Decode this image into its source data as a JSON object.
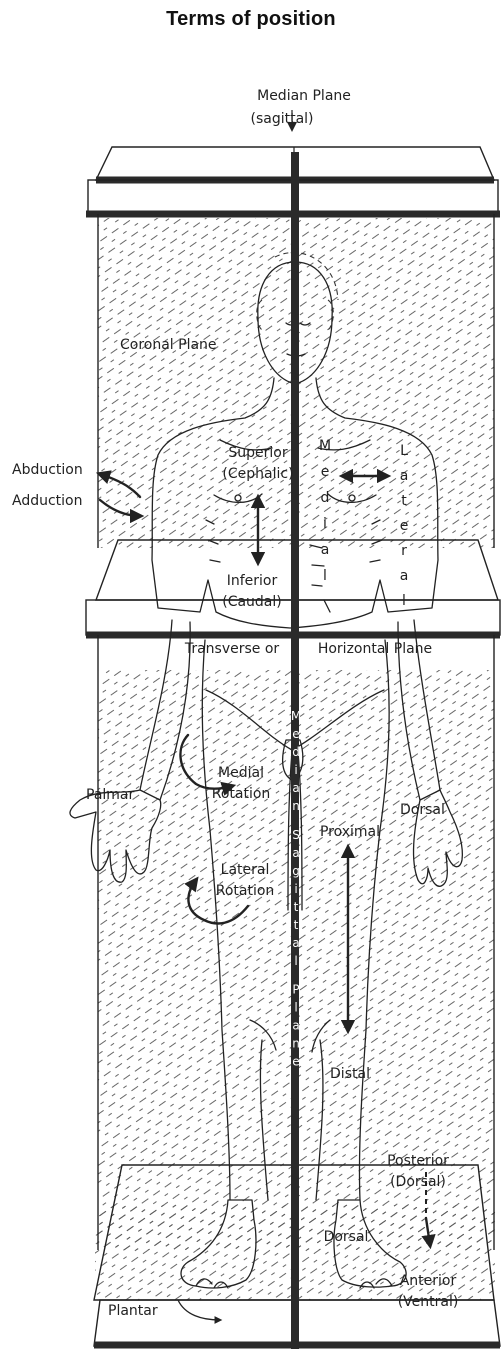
{
  "title": "Terms of position",
  "labels": {
    "median_plane": "Median Plane",
    "median_plane_sub": "(sagittal)",
    "coronal_plane": "Coronal Plane",
    "abduction": "Abduction",
    "adduction": "Adduction",
    "superior": "Superior",
    "superior_sub": "(Cephalic)",
    "inferior": "Inferior",
    "inferior_sub": "(Caudal)",
    "medial": "Medial",
    "lateral": "Lateral",
    "transverse": "Transverse or",
    "horizontal": "Horizontal Plane",
    "palmar": "Palmar",
    "dorsal_hand": "Dorsal",
    "medial_rotation": "Medial",
    "medial_rotation_sub": "Rotation",
    "lateral_rotation": "Lateral",
    "lateral_rotation_sub": "Rotation",
    "median_sagittal_plane": "Median Sagittal Plane",
    "proximal": "Proximal",
    "distal": "Distal",
    "posterior": "Posterior",
    "posterior_sub": "(Dorsal)",
    "dorsal_foot": "Dorsal",
    "anterior": "Anterior",
    "anterior_sub": "(Ventral)",
    "plantar": "Plantar"
  },
  "colors": {
    "line": "#222222",
    "background": "#ffffff"
  }
}
